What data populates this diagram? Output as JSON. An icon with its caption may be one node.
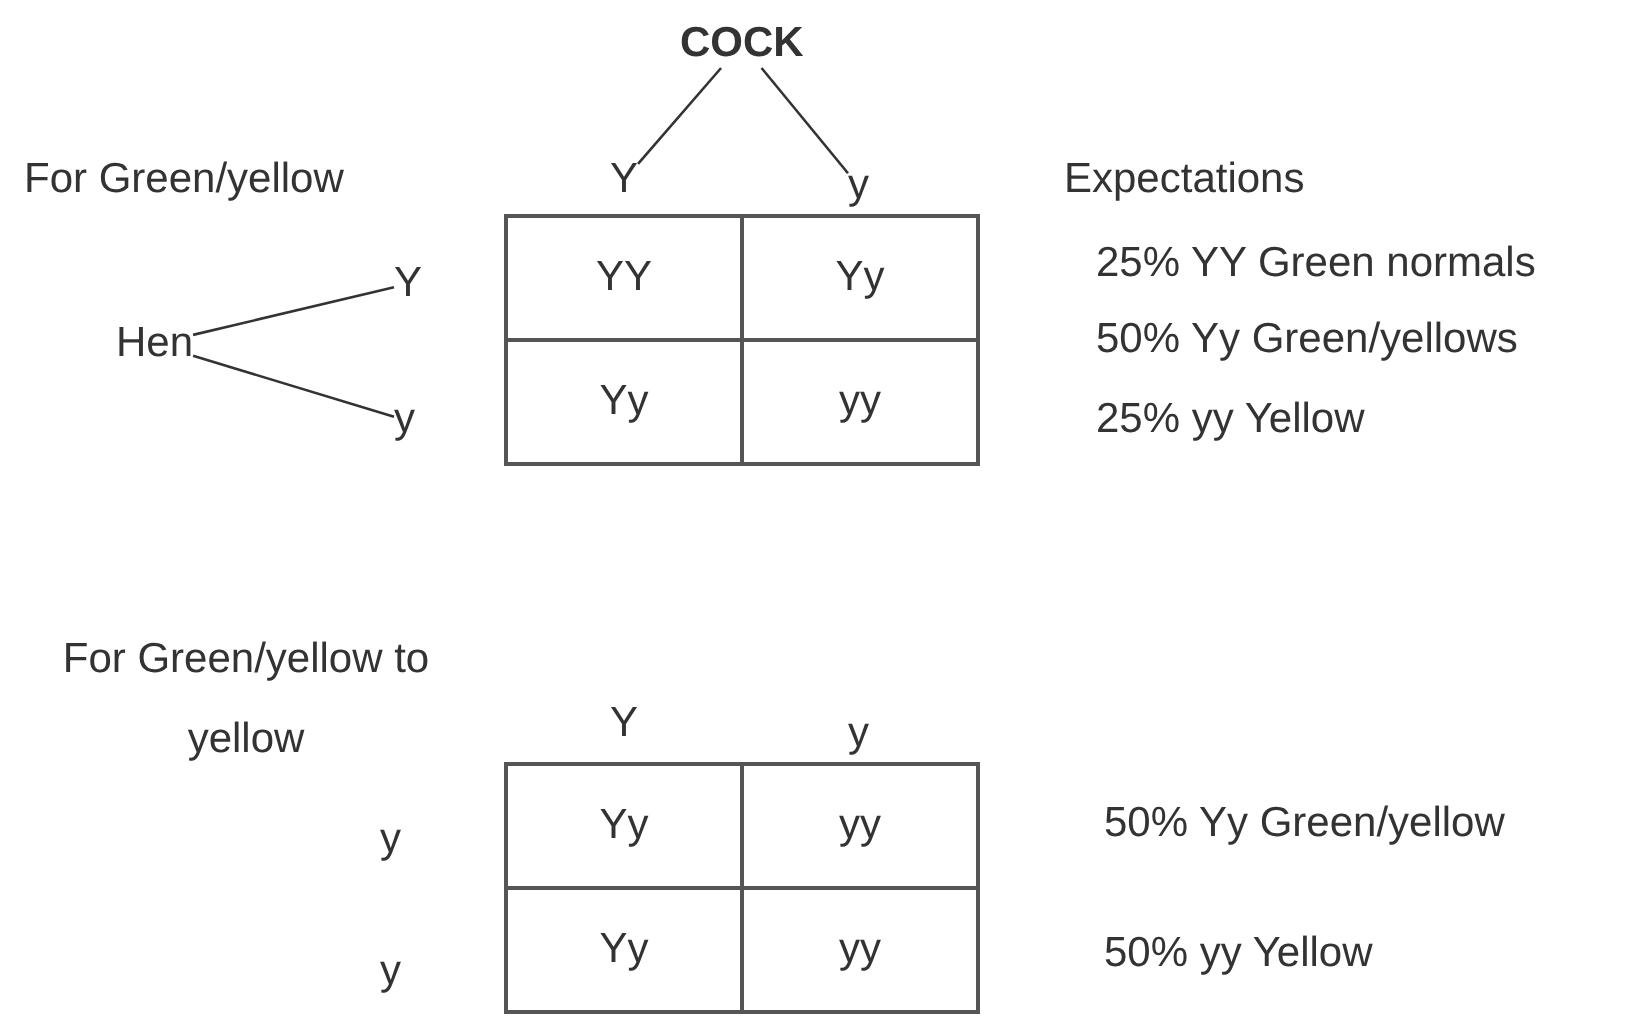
{
  "diagram": {
    "nodes": [
      {
        "text": [
          "COCK"
        ]
      },
      {
        "text": [
          "Y"
        ]
      },
      {
        "text": [
          "y"
        ]
      },
      {
        "text": [
          "Hen"
        ]
      },
      {
        "text": [
          "Y"
        ]
      },
      {
        "text": [
          "y"
        ]
      }
    ],
    "edges": [
      {
        "from": 0,
        "to": 1,
        "arrow": "none"
      },
      {
        "from": 0,
        "to": 2,
        "arrow": "none"
      },
      {
        "from": 3,
        "to": 4,
        "arrow": "none"
      },
      {
        "from": 3,
        "to": 5,
        "arrow": "none"
      }
    ],
    "labels": [
      "For Green/yellow",
      "YY",
      "Yy",
      "Yy",
      "yy",
      "Expectations",
      "25% YY Green normals",
      "50% Yy Green/yellows",
      "25% yy Yellow",
      "For Green/yellow to yellow",
      "Y",
      "y",
      "y",
      "Yy",
      "yy",
      "50% Yy Green/yellow",
      "y",
      "Yy",
      "yy",
      "50% yy Yellow"
    ]
  }
}
